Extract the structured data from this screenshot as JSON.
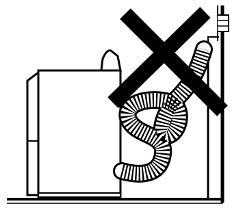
{
  "diagram": {
    "kind": "illustration",
    "subject": "clothes-dryer-with-flexible-exhaust-duct",
    "prohibition_mark": "x-mark",
    "colors": {
      "ink": "#000000",
      "background": "#ffffff"
    }
  }
}
